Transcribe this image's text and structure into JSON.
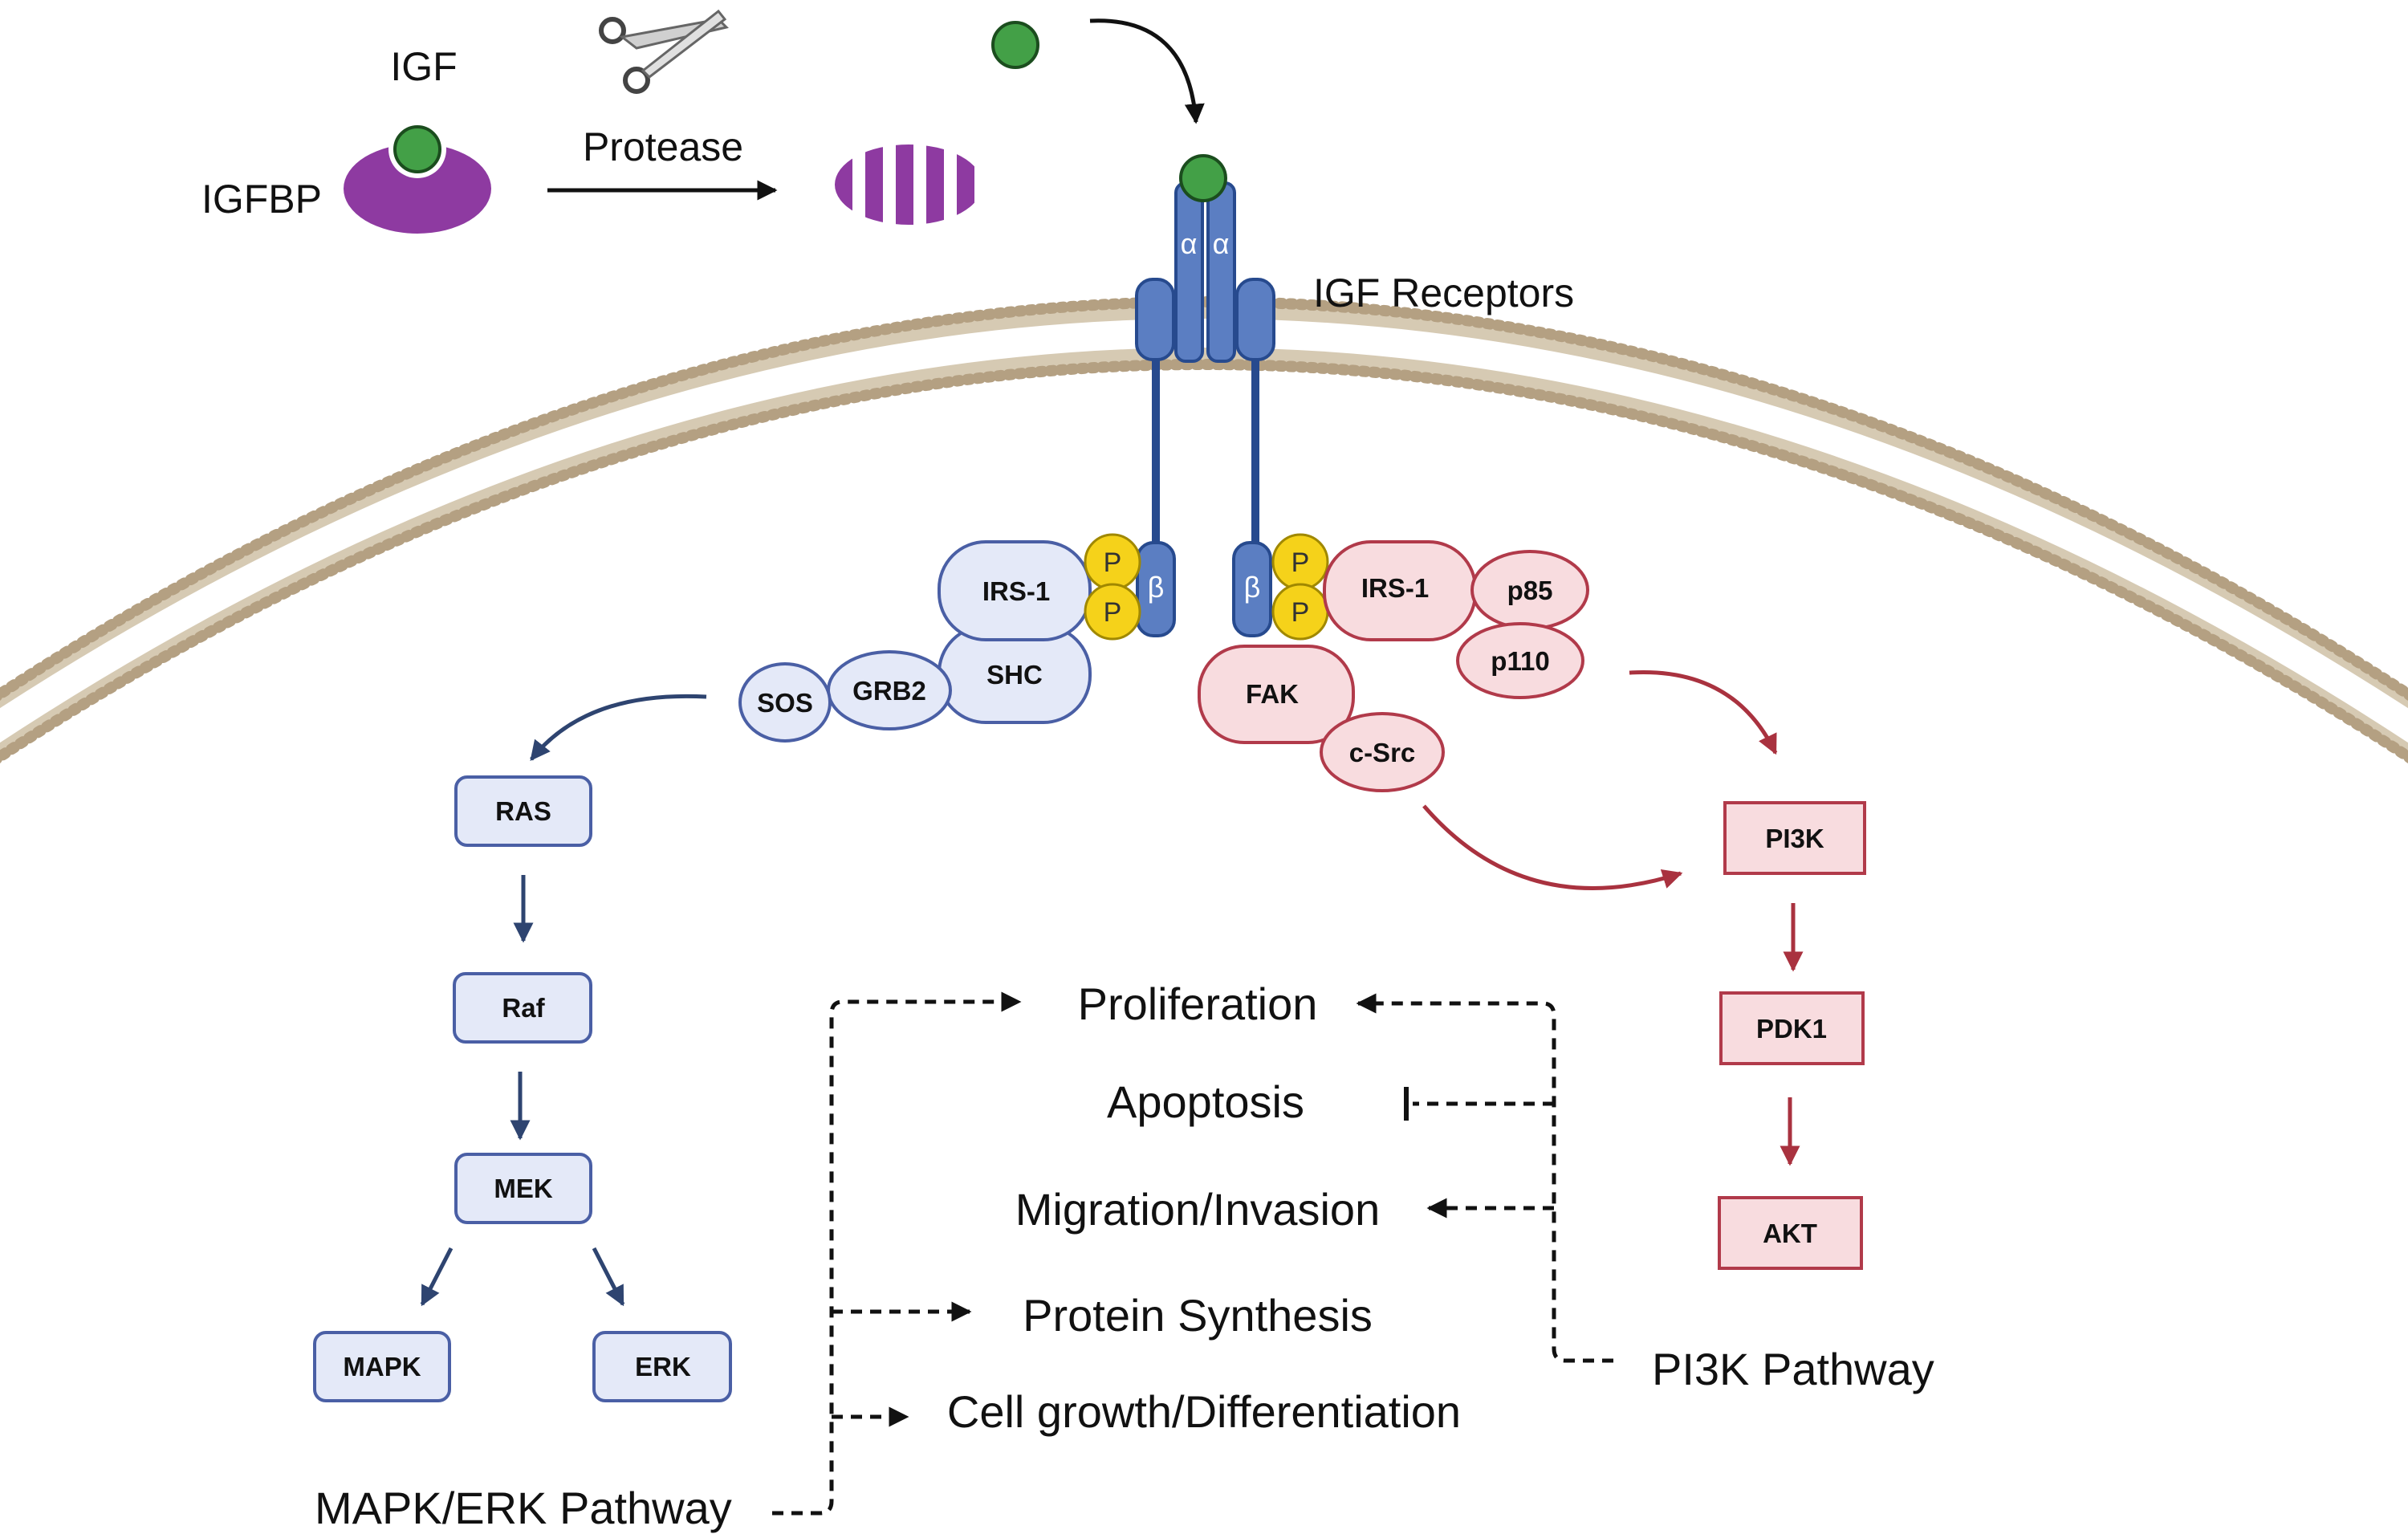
{
  "colors": {
    "igfbp": "#8e3aa1",
    "igf": "#43a047",
    "receptor": "#5b7ec2",
    "receptor_line": "#274a8e",
    "phospho": "#f5d21a",
    "mapk_fill": "#e4e9f8",
    "mapk_stroke": "#4a5fa5",
    "mapk_arrow": "#2e4470",
    "pi3k_fill": "#f8dcdf",
    "pi3k_stroke": "#b13a4a",
    "pi3k_arrow": "#a9323f",
    "membrane": "#b4a082"
  },
  "top": {
    "igf_label": "IGF",
    "igfbp_label": "IGFBP",
    "protease_label": "Protease",
    "receptors_label": "IGF Receptors",
    "alpha": "α",
    "beta": "β",
    "scissors_icon": "scissors-icon"
  },
  "complexes": {
    "phospho": "P",
    "left": {
      "irs1": "IRS-1",
      "shc": "SHC",
      "grb2": "GRB2",
      "sos": "SOS"
    },
    "right": {
      "irs1": "IRS-1",
      "p85": "p85",
      "p110": "p110",
      "fak": "FAK",
      "csrc": "c-Src"
    }
  },
  "mapk": {
    "ras": "RAS",
    "raf": "Raf",
    "mek": "MEK",
    "mapk": "MAPK",
    "erk": "ERK",
    "pathway_label": "MAPK/ERK Pathway"
  },
  "pi3k": {
    "pi3k": "PI3K",
    "pdk1": "PDK1",
    "akt": "AKT",
    "pathway_label": "PI3K Pathway"
  },
  "outcomes": {
    "proliferation": "Proliferation",
    "apoptosis": "Apoptosis",
    "migration": "Migration/Invasion",
    "protein_synthesis": "Protein Synthesis",
    "cell_growth": "Cell growth/Differentiation"
  }
}
